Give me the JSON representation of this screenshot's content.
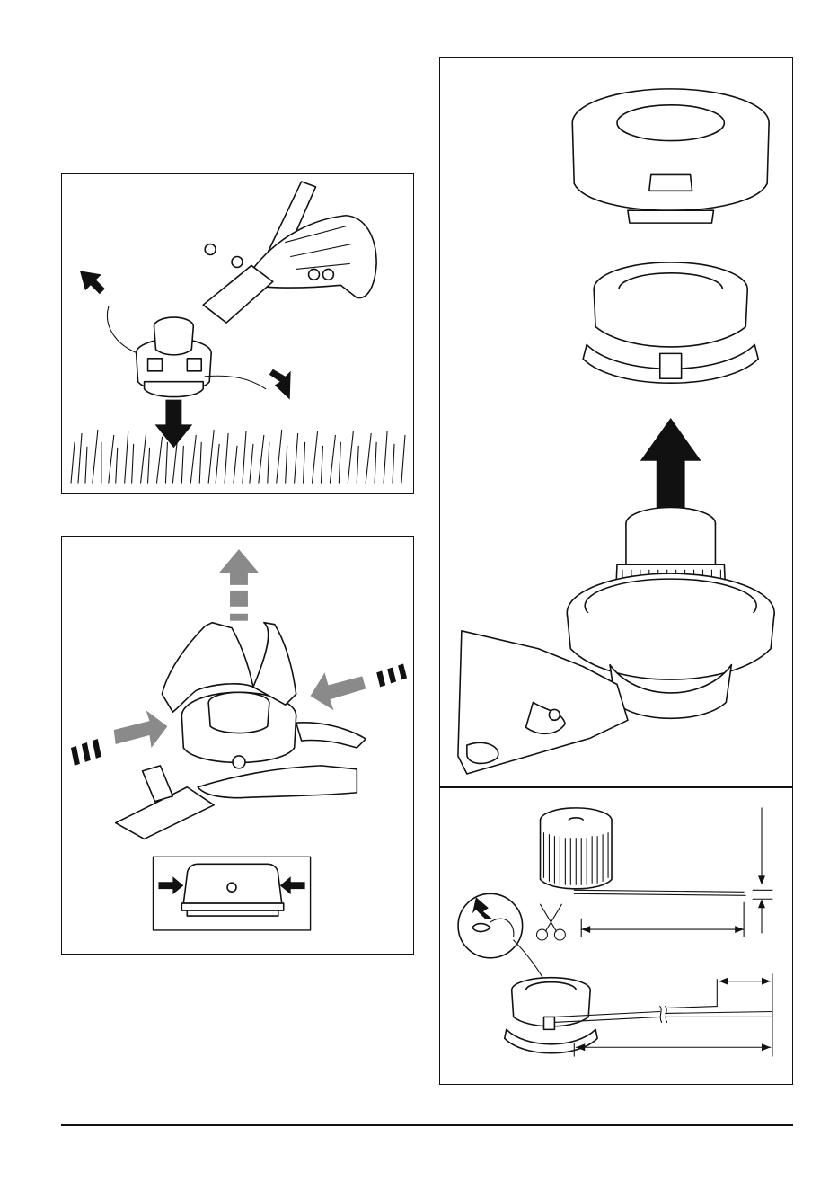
{
  "page": {
    "figures": [
      {
        "id": "a",
        "icon": "trimmer-head-tap-feed-illustration"
      },
      {
        "id": "b",
        "icon": "hands-removing-cover-illustration"
      },
      {
        "id": "c",
        "icon": "trimmer-head-exploded-view-illustration"
      },
      {
        "id": "d",
        "icon": "trimmer-line-winding-illustration"
      }
    ],
    "colors": {
      "line": "#111111",
      "tone": "#8a8a8a",
      "background": "#ffffff"
    }
  }
}
